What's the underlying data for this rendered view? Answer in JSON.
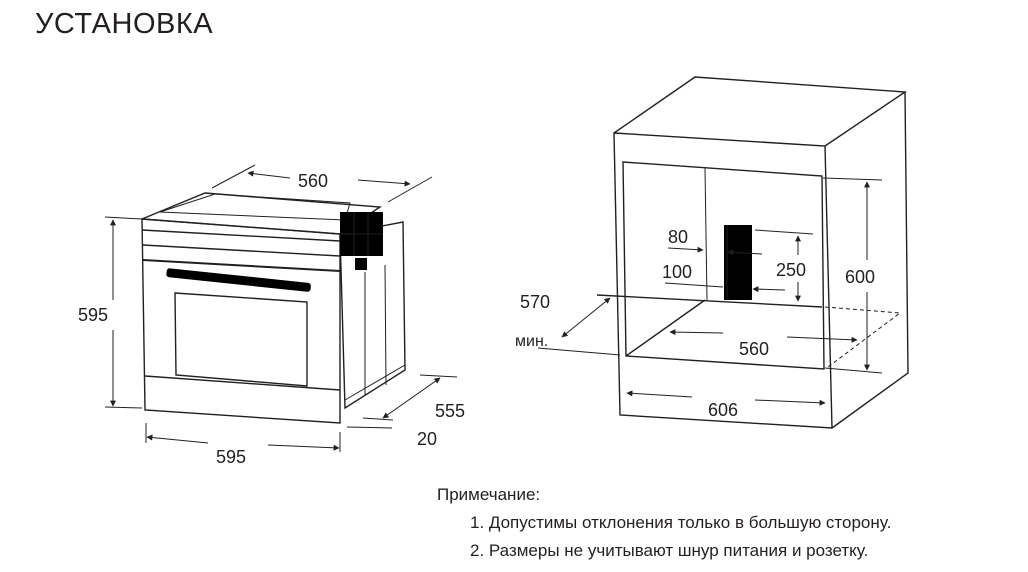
{
  "title": "УСТАНОВКА",
  "oven_dimensions": {
    "depth_top": "560",
    "height": "595",
    "width": "595",
    "depth": "555",
    "front_offset": "20"
  },
  "cabinet_dimensions": {
    "socket_offset_1": "80",
    "socket_offset_2": "100",
    "socket_height": "250",
    "niche_height": "600",
    "min_depth": "570",
    "min_label": "мин.",
    "niche_width": "560",
    "cabinet_width": "606"
  },
  "notes": {
    "heading": "Примечание:",
    "items": [
      "1. Допустимы отклонения только в большую сторону.",
      "2. Размеры не учитывают шнур питания и розетку."
    ]
  }
}
